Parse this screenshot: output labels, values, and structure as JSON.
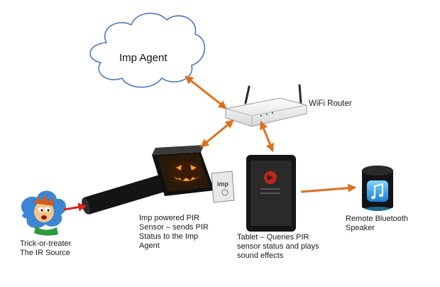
{
  "nodes": {
    "imp_agent": {
      "label": "Imp Agent"
    },
    "wifi_router": {
      "label": "WiFi Router"
    },
    "pir_sensor": {
      "label_lines": [
        "Imp powered PIR",
        "Sensor – sends PIR",
        "Status to the Imp",
        "Agent"
      ]
    },
    "tablet": {
      "label_lines": [
        "Tablet – Queries PIR",
        "sensor status and plays",
        "sound effects"
      ]
    },
    "speaker": {
      "label_lines": [
        "Remote Bluetooth",
        "Speaker"
      ]
    },
    "trick_or_treater": {
      "label_lines": [
        "Trick-or-treater",
        "The IR Source"
      ]
    }
  },
  "colors": {
    "connection_arrow": "#e0701e",
    "ir_arrow": "#e02020",
    "cloud_outline": "#4a78c0",
    "device_body": "#1a1a1a",
    "speaker_light": "#29a8e8"
  },
  "icons": {
    "cloud": "cloud-icon",
    "router": "wifi-router-icon",
    "sensor": "pir-sensor-icon",
    "pumpkin": "jack-o-lantern-icon",
    "tablet": "tablet-icon",
    "speaker": "bluetooth-speaker-icon",
    "person": "cartoon-person-icon",
    "imp_card": "imp-card-icon"
  }
}
